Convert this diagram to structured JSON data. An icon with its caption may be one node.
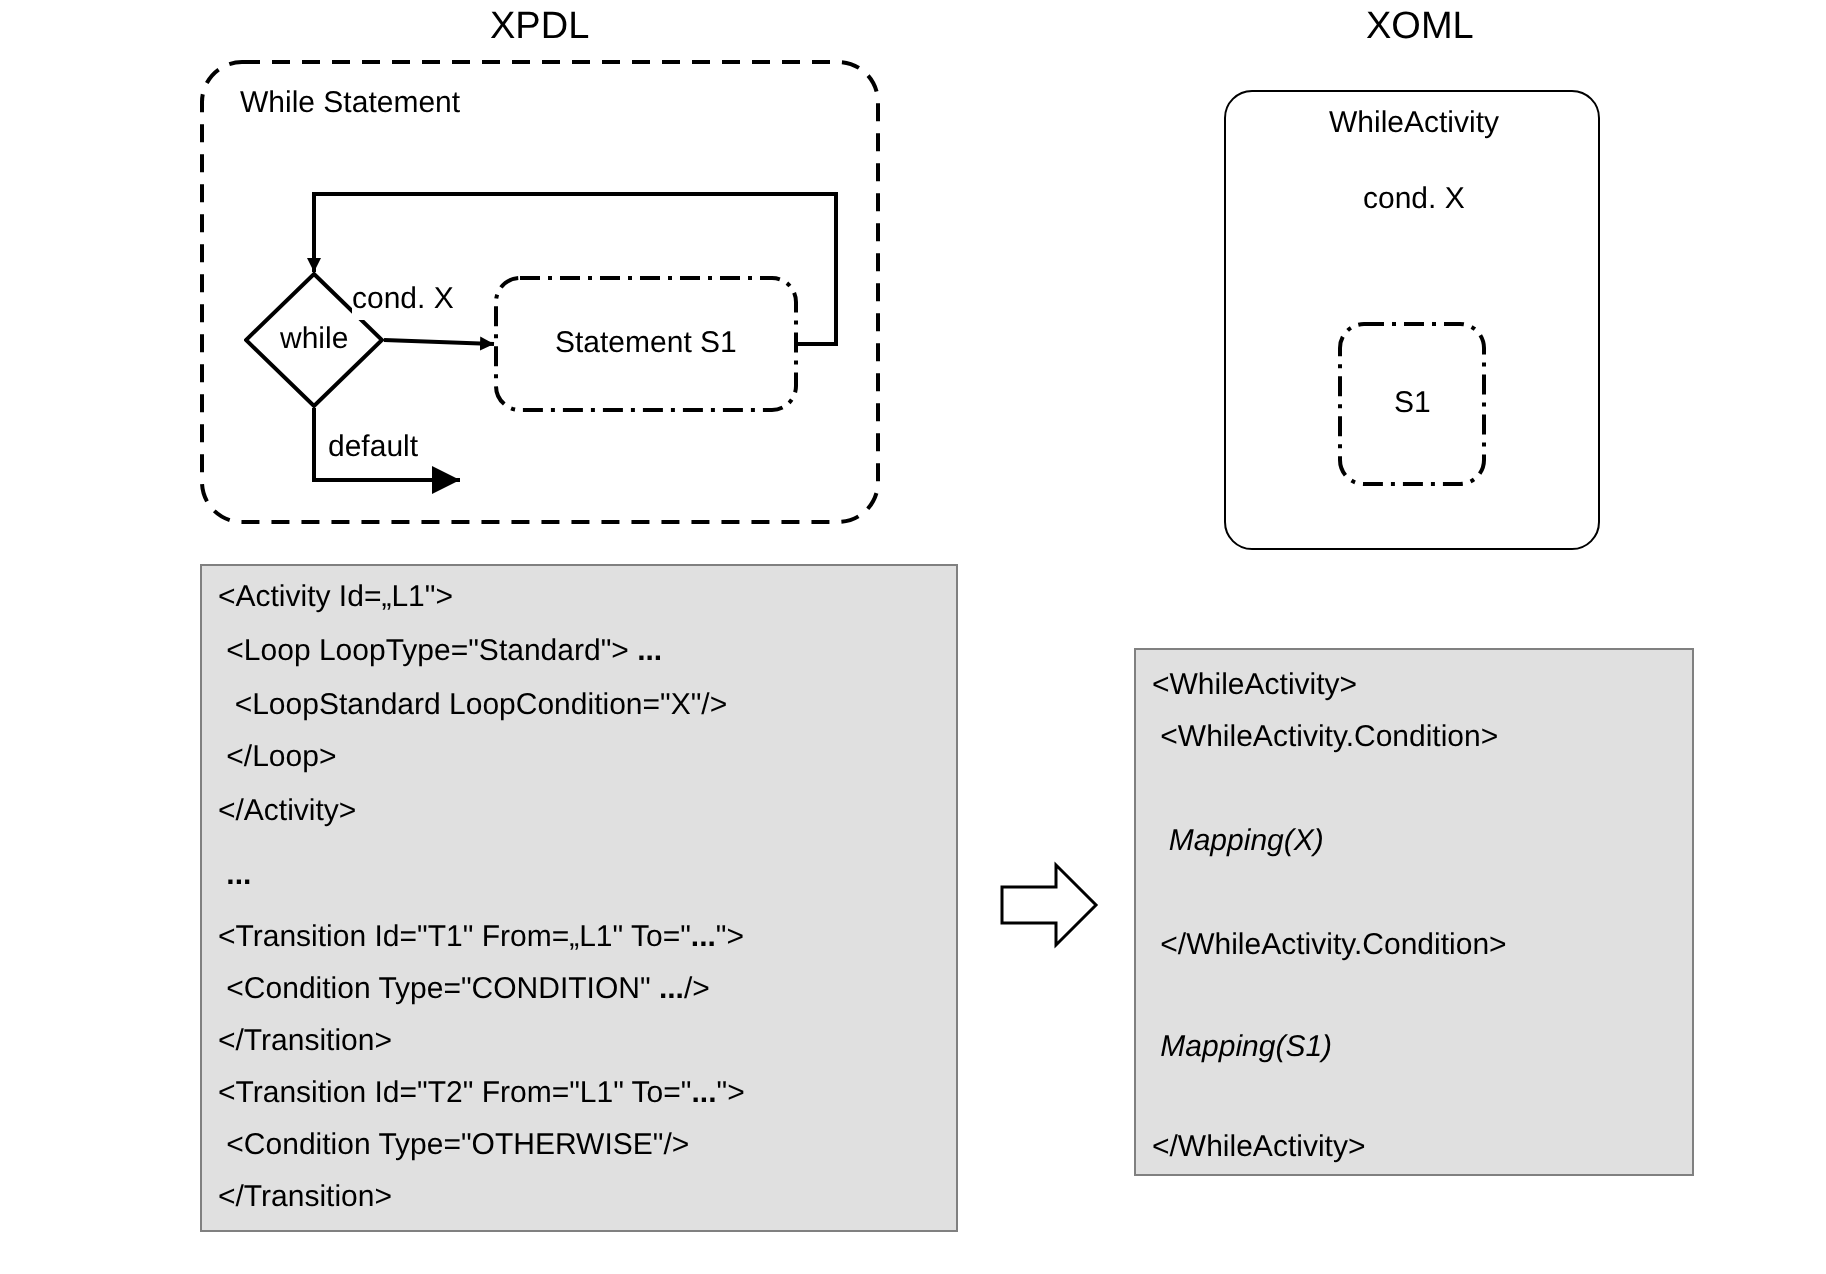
{
  "diagram": {
    "nodes": [
      {
        "text": [
          "While Statement"
        ]
      },
      {
        "text": [
          "while"
        ],
        "in": 0
      },
      {
        "text": [
          "Statement S1"
        ],
        "in": 0
      },
      {
        "text": [
          "WhileActivity",
          "cond. X"
        ]
      },
      {
        "text": [
          "S1"
        ],
        "in": 3
      },
      {
        "text": [
          "<Activity Id=„L1\">",
          " <Loop LoopType=\"Standard\"> **...**",
          "  <LoopStandard LoopCondition=\"X\"/>",
          " </Loop>",
          "</Activity>",
          " **...**",
          "<Transition Id=\"T1\" From=„L1\" To=\"**...**\">",
          " <Condition Type=\"CONDITION\" **...**/>",
          "</Transition>",
          "<Transition Id=\"T2\" From=\"L1\" To=\"**...**\">",
          " <Condition Type=\"OTHERWISE\"/>",
          "</Transition>"
        ]
      },
      {
        "text": [
          "<WhileActivity>",
          " <WhileActivity.Condition>",
          "  *Mapping(X)*",
          " </WhileActivity.Condition>",
          " *Mapping(S1)*",
          "</WhileActivity>"
        ]
      }
    ],
    "edges": [
      {
        "from": 1,
        "to": 2,
        "arrow": "to",
        "label": "cond. X"
      },
      {
        "from": 2,
        "to": 1,
        "arrow": "to"
      },
      {
        "from": 1,
        "to": null,
        "arrow": "to",
        "label": "default"
      },
      {
        "from": 5,
        "to": 6,
        "arrow": "to"
      }
    ],
    "labels": [
      "XPDL",
      "XOML"
    ]
  }
}
